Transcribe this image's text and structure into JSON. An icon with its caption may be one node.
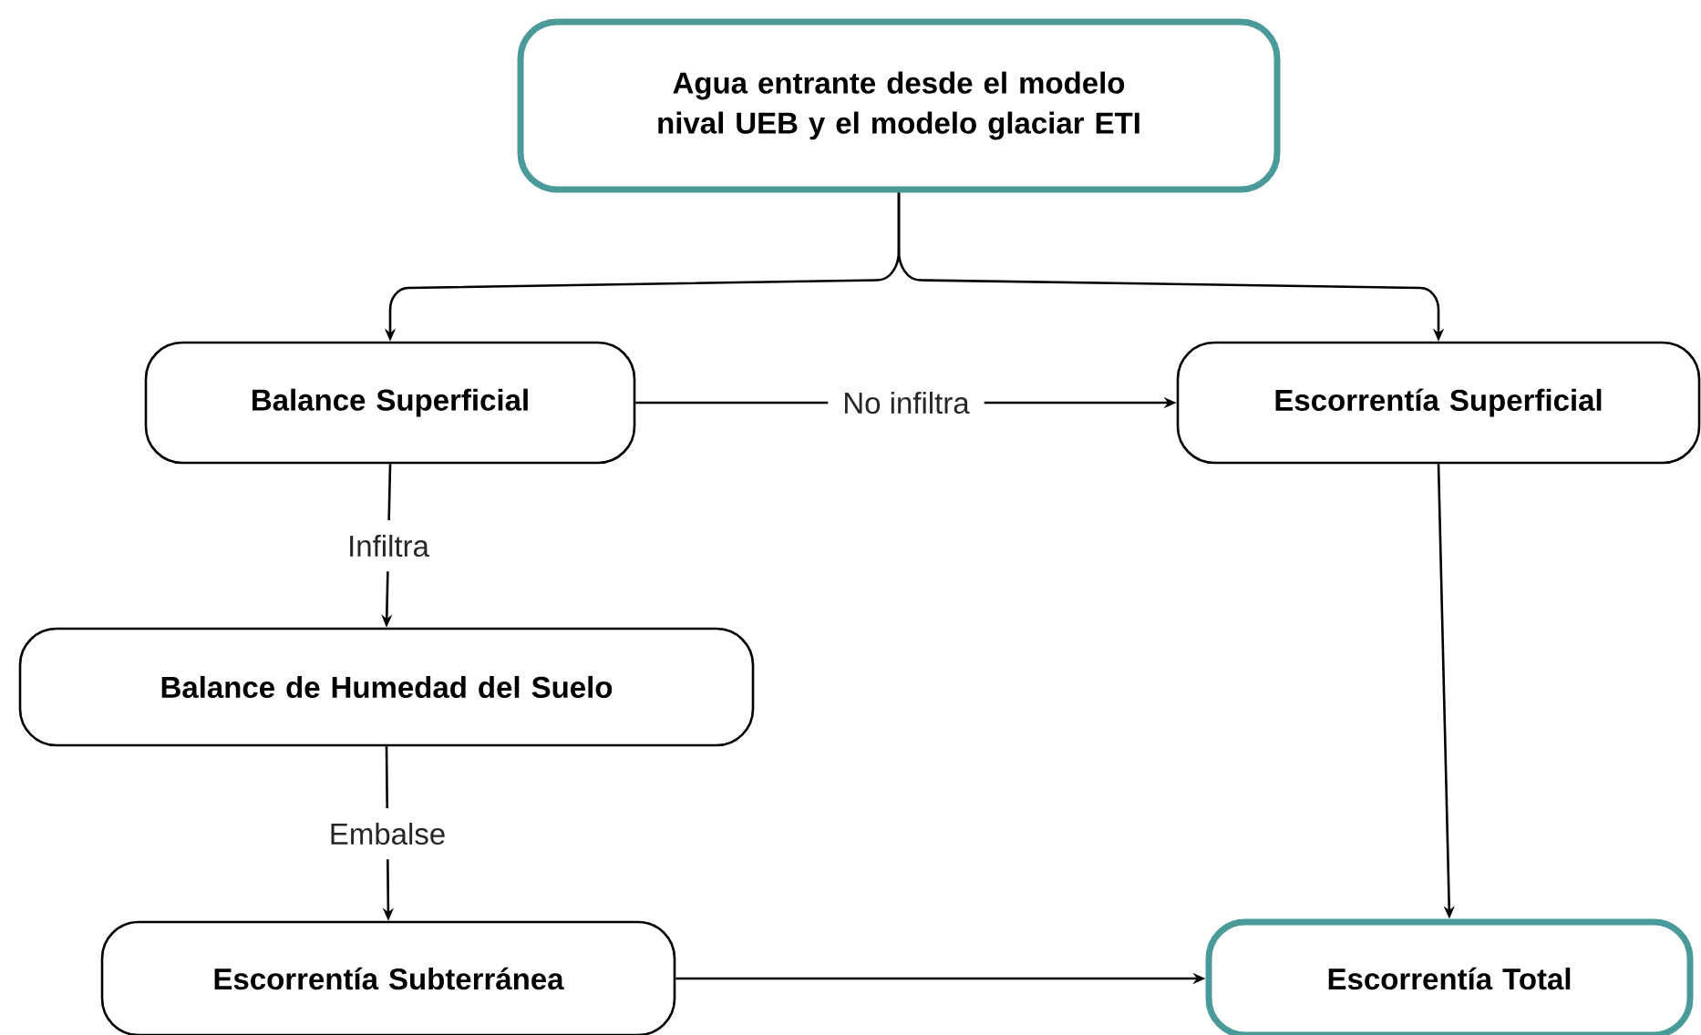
{
  "diagram": {
    "nodes": [
      {
        "text": [
          "Agua entrante desde el modelo nival UEB y el modelo glaciar ETI"
        ]
      },
      {
        "text": [
          "Balance Superficial"
        ]
      },
      {
        "text": [
          "Escorrentía Superficial"
        ]
      },
      {
        "text": [
          "Balance de Humedad del Suelo"
        ]
      },
      {
        "text": [
          "Escorrentía Subterránea"
        ]
      },
      {
        "text": [
          "Escorrentía Total"
        ]
      }
    ],
    "edges": [
      {
        "from": 0,
        "to": 1,
        "arrow": "to"
      },
      {
        "from": 0,
        "to": 2,
        "arrow": "to"
      },
      {
        "from": 1,
        "to": 2,
        "arrow": "to",
        "label": "No infiltra"
      },
      {
        "from": 1,
        "to": 3,
        "arrow": "to",
        "label": "Infiltra"
      },
      {
        "from": 3,
        "to": 4,
        "arrow": "to",
        "label": "Embalse"
      },
      {
        "from": 2,
        "to": 5,
        "arrow": "to"
      },
      {
        "from": 4,
        "to": 5,
        "arrow": "to"
      }
    ]
  }
}
